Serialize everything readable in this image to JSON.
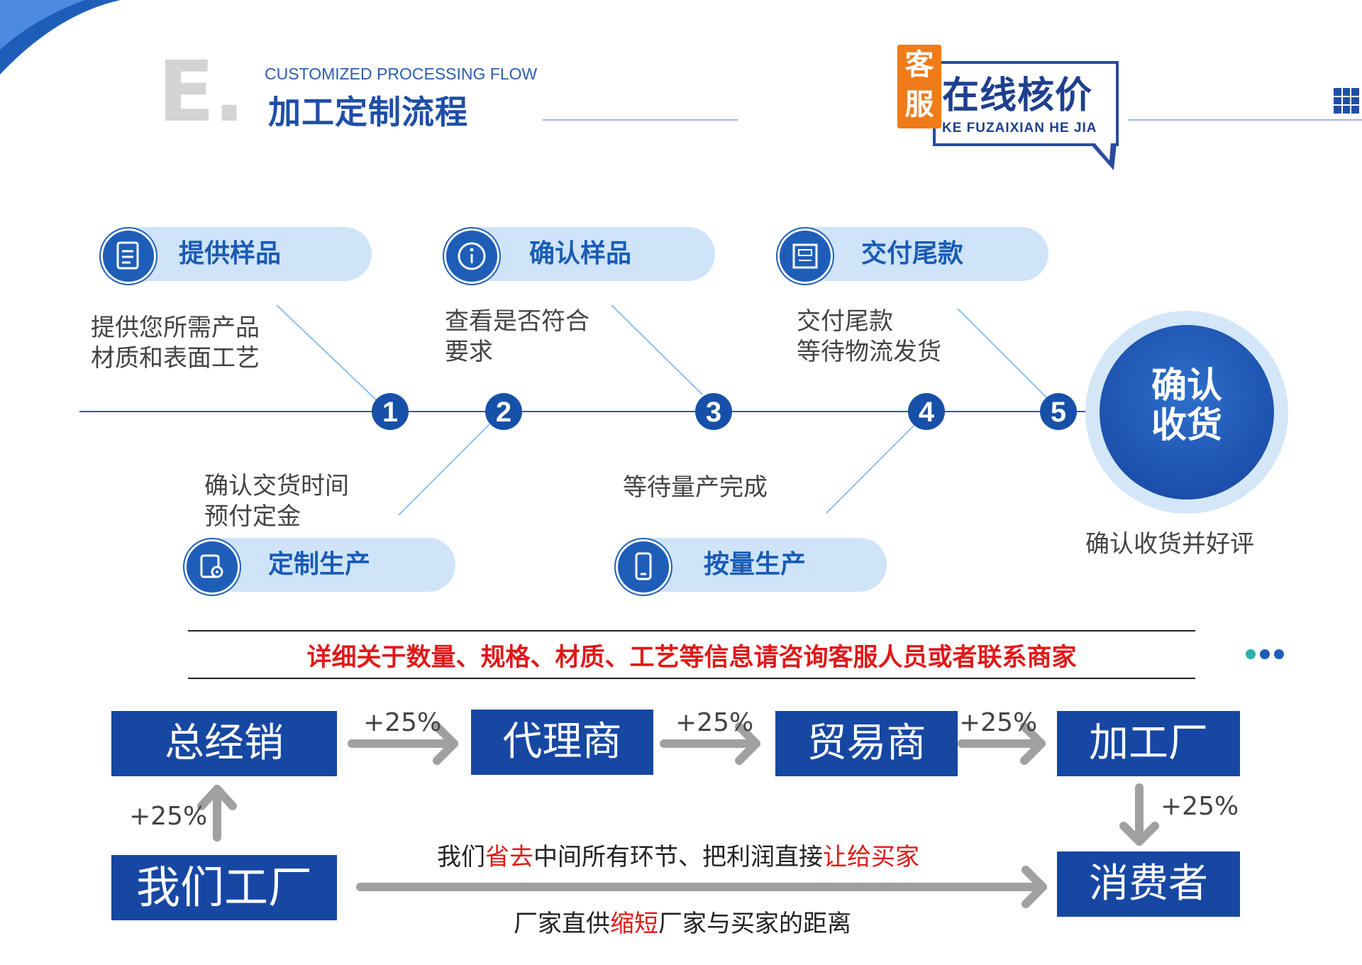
{
  "header": {
    "letter": "E.",
    "subtitle_en": "CUSTOMIZED PROCESSING FLOW",
    "subtitle_cn": "加工定制流程"
  },
  "badge": {
    "tag": "客\n服",
    "tag_top": "客",
    "tag_bottom": "服",
    "title": "在线核价",
    "subtitle": "KE FUZAIXIAN HE JIA"
  },
  "steps_top": [
    {
      "label": "提供样品",
      "icon": "document-icon",
      "desc": [
        "提供您所需产品",
        "材质和表面工艺"
      ]
    },
    {
      "label": "确认样品",
      "icon": "info-icon",
      "desc": [
        "查看是否符合",
        "要求"
      ]
    },
    {
      "label": "交付尾款",
      "icon": "invoice-icon",
      "desc": [
        "交付尾款",
        "等待物流发货"
      ]
    }
  ],
  "steps_bottom": [
    {
      "label": "定制生产",
      "icon": "gear-document-icon",
      "desc": [
        "确认交货时间",
        "预付定金"
      ]
    },
    {
      "label": "按量生产",
      "icon": "phone-icon",
      "desc": [
        "等待量产完成"
      ]
    }
  ],
  "step_numbers": [
    "1",
    "2",
    "3",
    "4",
    "5"
  ],
  "final": {
    "label_line1": "确认",
    "label_line2": "收货",
    "caption": "确认收货并好评"
  },
  "notice": "详细关于数量、规格、材质、工艺等信息请咨询客服人员或者联系商家",
  "supply_chain": {
    "nodes": [
      "总经销",
      "代理商",
      "贸易商",
      "加工厂",
      "我们工厂",
      "消费者"
    ],
    "markup": "+25%",
    "caption_top": {
      "a": "我们",
      "b": "省去",
      "c": "中间所有环节、把利润直接",
      "d": "让给买家"
    },
    "caption_bottom": {
      "a": "厂家直供",
      "b": "缩短",
      "c": "厂家与买家的距离"
    }
  },
  "colors": {
    "primary": "#1647a3",
    "accent": "#1a5bb5",
    "pill": "#cfe4f8",
    "orange": "#ef7b1a",
    "red": "#e01818"
  }
}
